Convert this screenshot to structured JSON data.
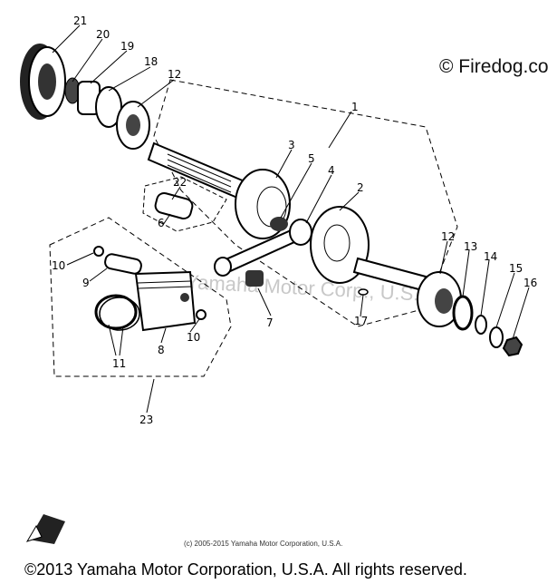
{
  "watermark": {
    "top": "© Firedog.co",
    "faint": "Yamaha Motor Corp., U.S.A."
  },
  "copyright_small": "(c) 2005-2015 Yamaha Motor Corporation, U.S.A.",
  "copyright_bottom": "©2013 Yamaha Motor Corporation, U.S.A. All rights reserved.",
  "callouts": [
    "21",
    "20",
    "19",
    "18",
    "12",
    "1",
    "3",
    "5",
    "4",
    "2",
    "22",
    "6",
    "10",
    "9",
    "7",
    "8",
    "10",
    "11",
    "12",
    "13",
    "14",
    "15",
    "16",
    "17",
    "23"
  ],
  "colors": {
    "ink": "#000000",
    "watermark": "#c8c8c8"
  }
}
